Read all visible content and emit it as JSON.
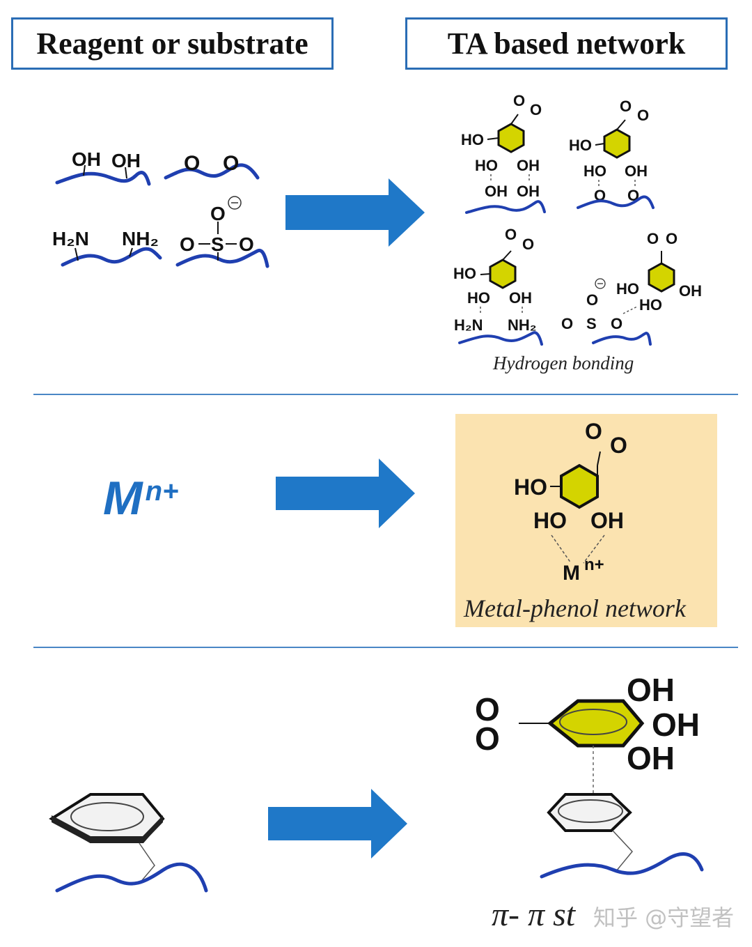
{
  "headers": {
    "left": "Reagent or substrate",
    "right": "TA based network"
  },
  "row1": {
    "reagents": {
      "hydroxyl": [
        "OH",
        "OH"
      ],
      "carbonyl": [
        "O",
        "O"
      ],
      "amine": [
        "H₂N",
        "NH₂"
      ],
      "sulfonate": [
        "O",
        "S",
        "O",
        "O"
      ]
    },
    "products": {
      "ta_groups": [
        "HO",
        "HO",
        "OH"
      ],
      "ta_carboxyl": [
        "O",
        "O"
      ],
      "p1_bottom": [
        "OH",
        "OH"
      ],
      "p2_bottom": [
        "O",
        "O"
      ],
      "p3_bottom": [
        "H₂N",
        "NH₂"
      ],
      "p4_groups": [
        "HO",
        "OH",
        "HO"
      ],
      "p4_sulfonate": [
        "O",
        "S",
        "O",
        "O"
      ]
    },
    "caption": "Hydrogen bonding"
  },
  "row2": {
    "reagent_base": "M",
    "reagent_sup": "n+",
    "product_groups": [
      "HO",
      "HO",
      "OH"
    ],
    "product_carboxyl": [
      "O",
      "O"
    ],
    "product_metal": "M",
    "product_metal_sup": "n+",
    "caption": "Metal-phenol network"
  },
  "row3": {
    "product_groups": [
      "OH",
      "OH",
      "OH"
    ],
    "product_carboxyl": [
      "O",
      "O"
    ],
    "caption": "π- π st"
  },
  "watermark": "知乎 @守望者",
  "colors": {
    "arrow": "#1f78c8",
    "chain": "#1f3fb0",
    "ring_fill": "#d4d400",
    "border": "#2a6db5",
    "mpn_bg": "#fbe3b0"
  }
}
